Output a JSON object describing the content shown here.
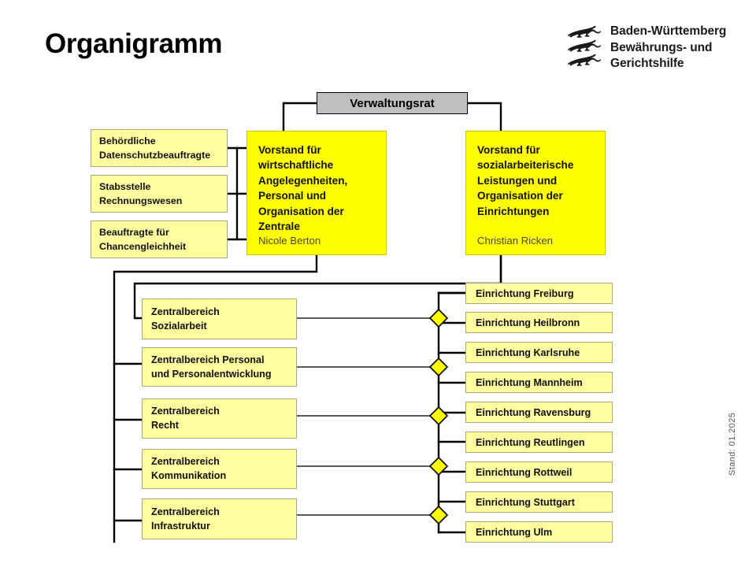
{
  "page": {
    "title": "Organigramm",
    "stand_note": "Stand: 01.2025"
  },
  "logo": {
    "icon": "baden-wuerttemberg-three-lions-crest",
    "line1": "Baden-Württemberg",
    "line2": "Bewährungs- und",
    "line3": "Gerichtshilfe"
  },
  "colors": {
    "board_fill": "#ffff00",
    "council_fill": "#bfbfbf",
    "node_fill": "#ffffa0",
    "connector": "#000000",
    "diamond_fill": "#ffff00"
  },
  "council": {
    "label": "Verwaltungsrat"
  },
  "boards": [
    {
      "title_lines": [
        "Vorstand für",
        "wirtschaftliche",
        "Angelegenheiten,",
        "Personal und",
        "Organisation der",
        "Zentrale"
      ],
      "title": "Vorstand für wirtschaftliche Angelegenheiten, Personal und Organisation der Zentrale",
      "person": "Nicole Berton"
    },
    {
      "title_lines": [
        "Vorstand für",
        "sozialarbeiterische",
        "Leistungen und",
        "Organisation der",
        "Einrichtungen"
      ],
      "title": "Vorstand für sozialarbeiterische Leistungen und Organisation der Einrichtungen",
      "person": "Christian Ricken"
    }
  ],
  "staff_units": [
    {
      "line1": "Behördliche",
      "line2": "Datenschutzbeauftragte"
    },
    {
      "line1": "Stabsstelle",
      "line2": "Rechnungswesen"
    },
    {
      "line1": "Beauftragte für",
      "line2": "Chancengleichheit"
    }
  ],
  "central_units": [
    {
      "line1": "Zentralbereich",
      "line2": "Sozialarbeit"
    },
    {
      "line1": "Zentralbereich Personal",
      "line2": "und Personalentwicklung"
    },
    {
      "line1": "Zentralbereich",
      "line2": "Recht"
    },
    {
      "line1": "Zentralbereich",
      "line2": "Kommunikation"
    },
    {
      "line1": "Zentralbereich",
      "line2": "Infrastruktur"
    }
  ],
  "facilities": [
    {
      "label": "Einrichtung Freiburg"
    },
    {
      "label": "Einrichtung Heilbronn"
    },
    {
      "label": "Einrichtung Karlsruhe"
    },
    {
      "label": "Einrichtung Mannheim"
    },
    {
      "label": "Einrichtung Ravensburg"
    },
    {
      "label": "Einrichtung Reutlingen"
    },
    {
      "label": "Einrichtung Rottweil"
    },
    {
      "label": "Einrichtung Stuttgart"
    },
    {
      "label": "Einrichtung Ulm"
    }
  ]
}
